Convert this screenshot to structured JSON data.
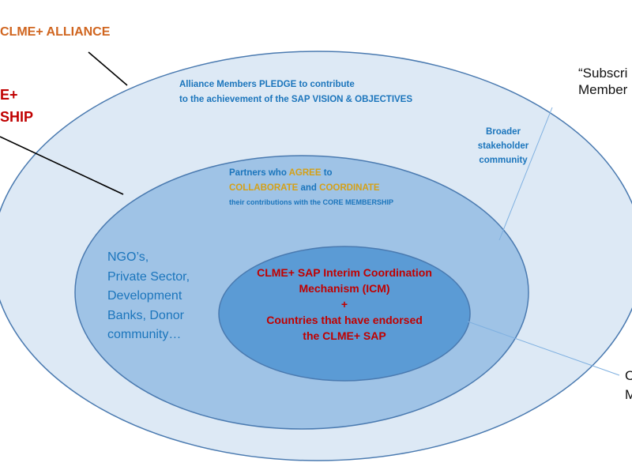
{
  "colors": {
    "outer_fill": "#dde9f5",
    "middle_fill": "#9fc3e6",
    "inner_fill": "#5b9bd5",
    "ellipse_stroke": "#4a7ab0",
    "leader_dark": "#000000",
    "leader_light": "#7fb0e0",
    "blue_text": "#1b75bc",
    "gold_text": "#d4a017",
    "red_text": "#c00000",
    "orange_text": "#d0651f"
  },
  "callouts": {
    "alliance": "CLME+ ALLIANCE",
    "core_membership_line1": "E+",
    "core_membership_line2": "SHIP",
    "subscribed_line1": "“Subscri",
    "subscribed_line2": "Member",
    "core_right_line1": "C",
    "core_right_line2": "M"
  },
  "outer_ring": {
    "pledge_line1": "Alliance Members PLEDGE to contribute",
    "pledge_line2": "to the achievement of the SAP VISION & OBJECTIVES",
    "broader_line1": "Broader",
    "broader_line2": "stakeholder",
    "broader_line3": "community"
  },
  "middle_ring": {
    "partners_prefix": "Partners who ",
    "agree": "AGREE",
    "partners_suffix": " to",
    "collaborate": "COLLABORATE",
    "and": " and ",
    "coordinate": "COORDINATE",
    "contributions_line": "their contributions with the CORE MEMBERSHIP",
    "examples": [
      "NGO’s,",
      "Private Sector,",
      "Development",
      "Banks, Donor",
      "community…"
    ]
  },
  "inner_core": {
    "line1": "CLME+ SAP Interim Coordination",
    "line2": "Mechanism (ICM)",
    "plus": "+",
    "line3": "Countries that have endorsed",
    "line4": "the CLME+ SAP"
  }
}
